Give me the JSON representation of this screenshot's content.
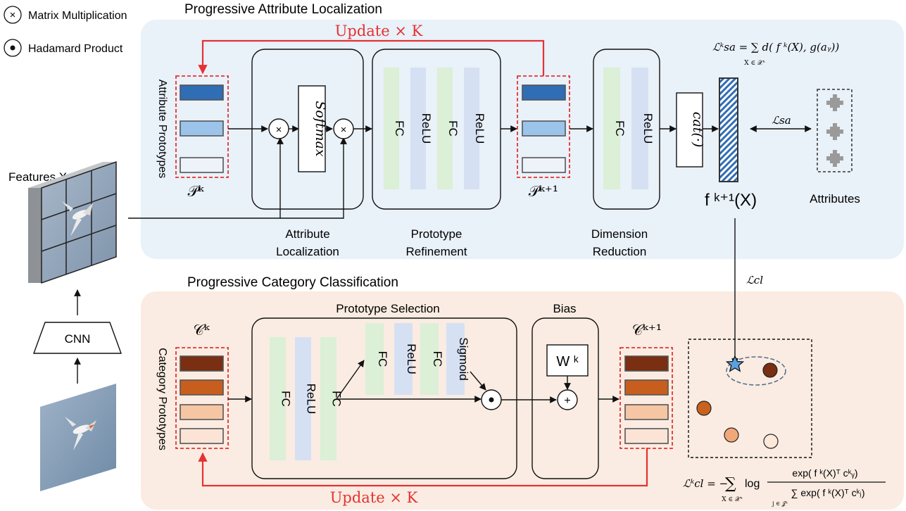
{
  "legend": {
    "matmul_symbol": "×",
    "matmul_label": "Matrix Multiplication",
    "hadamard_symbol": "•",
    "hadamard_label": "Hadamard Product"
  },
  "backbone": {
    "features_label": "Features X",
    "cnn_label": "CNN"
  },
  "pal": {
    "title": "Progressive Attribute Localization",
    "update_label": "Update × K",
    "prototypes_vertical_label": "Attribute Prototypes",
    "p_k": "𝒫ᵏ",
    "p_k1": "𝒫ᵏ⁺¹",
    "matmul1": "×",
    "matmul2": "×",
    "softmax_label": "Softmax",
    "attr_loc_line1": "Attribute",
    "attr_loc_line2": "Localization",
    "refinement_layers": [
      "FC",
      "ReLU",
      "FC",
      "ReLU"
    ],
    "proto_ref_line1": "Prototype",
    "proto_ref_line2": "Refinement",
    "dimred_layers": [
      "FC",
      "ReLU"
    ],
    "dim_red_line1": "Dimension",
    "dim_red_line2": "Reduction",
    "cat_label": "cat(·)",
    "feature_label": "f ᵏ⁺¹(X)",
    "attributes_label": "Attributes",
    "loss_sa": "ℒsa",
    "loss_sa_k_formula": "ℒᵏsa = ∑ d( f ᵏ(X), g(aᵧ))",
    "loss_sa_k_sub": "X ∈ 𝒳ˢ"
  },
  "pcc": {
    "title": "Progressive Category Classification",
    "update_label": "Update × K",
    "prototypes_vertical_label": "Category Prototypes",
    "c_k": "𝒞ᵏ",
    "c_k1": "𝒞ᵏ⁺¹",
    "proto_sel_label": "Prototype Selection",
    "selection_layers": [
      "FC",
      "ReLU",
      "FC"
    ],
    "gate_layers": [
      "FC",
      "ReLU",
      "FC",
      "Sigmoid"
    ],
    "hadamard_symbol": "•",
    "bias_label": "Bias",
    "wk_label": "W ᵏ",
    "plus_symbol": "+",
    "loss_cl": "ℒcl",
    "loss_cl_k_lhs": "ℒᵏcl = −",
    "loss_cl_k_sum": "∑",
    "loss_cl_k_sub": "X ∈ 𝒳ˢ",
    "loss_cl_k_log": "log",
    "loss_cl_k_num": "exp( f ᵏ(X)ᵀ cᵏᵧ)",
    "loss_cl_k_den": "∑ exp( f ᵏ(X)ᵀ cᵏⱼ)",
    "loss_cl_k_den_sub": "j ∈ 𝒥ˢ"
  },
  "colors": {
    "pal_bg": "#e9f1f9",
    "pcc_bg": "#faece2",
    "red": "#e53232",
    "attr_dark": "#2f6db5",
    "attr_mid": "#9cc3ea",
    "attr_light": "#eef3fa",
    "cat_dark": "#7a2e12",
    "cat_mid": "#c85e1e",
    "cat_light": "#f6c6a4",
    "cat_pale": "#fbe4d6",
    "fc_green": "#dcefd7",
    "relu_blue": "#d6e0f3",
    "dot_dark": "#7a2e12",
    "dot_orange": "#c8621f",
    "dot_peach": "#f0a878",
    "dot_pale": "#fde8d9",
    "star": "#5aa1dd"
  },
  "icons": {
    "attribute_glyph": "plus-cross-icon",
    "star": "star-icon"
  }
}
